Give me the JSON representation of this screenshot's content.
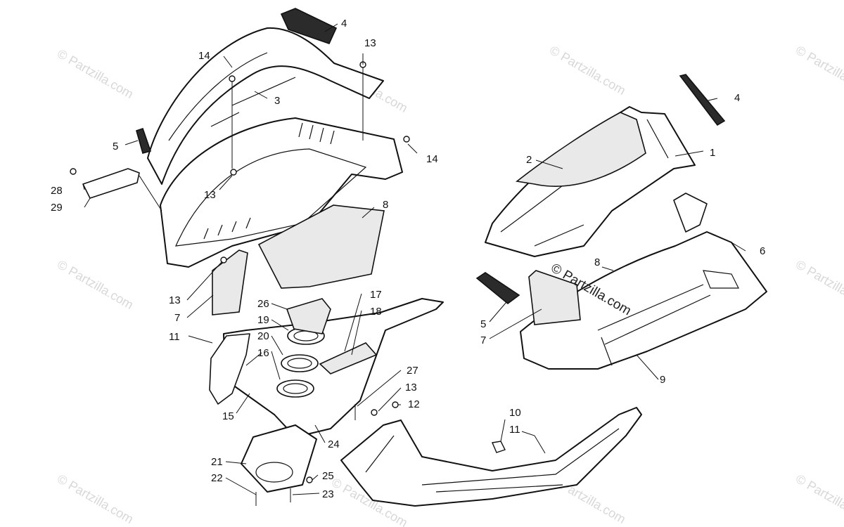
{
  "watermark": "© Partzilla.com",
  "callouts": {
    "c1": "1",
    "c2": "2",
    "c3": "3",
    "c4a": "4",
    "c4b": "4",
    "c5a": "5",
    "c5b": "5",
    "c6": "6",
    "c7a": "7",
    "c7b": "7",
    "c8a": "8",
    "c8b": "8",
    "c9": "9",
    "c10": "10",
    "c11a": "11",
    "c11b": "11",
    "c12": "12",
    "c13a": "13",
    "c13b": "13",
    "c13c": "13",
    "c13d": "13",
    "c14a": "14",
    "c14b": "14",
    "c15": "15",
    "c16": "16",
    "c17": "17",
    "c18": "18",
    "c19": "19",
    "c20": "20",
    "c21": "21",
    "c22": "22",
    "c23": "23",
    "c24": "24",
    "c25": "25",
    "c26": "26",
    "c27": "27",
    "c28": "28",
    "c29": "29"
  }
}
